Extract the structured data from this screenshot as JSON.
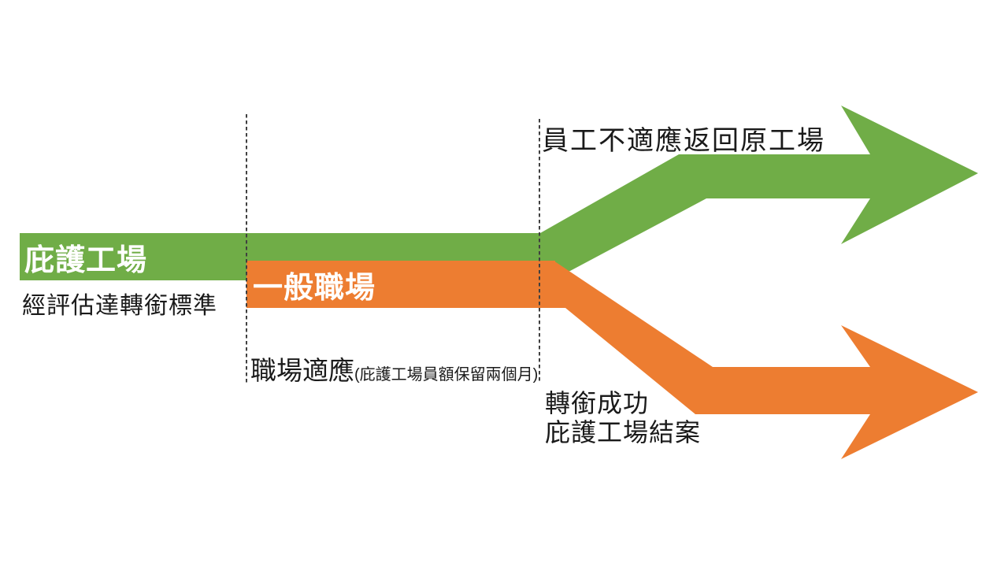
{
  "colors": {
    "green": "#70AD47",
    "orange": "#ED7D31",
    "text": "#1a1a1a",
    "dash": "#404040",
    "bar_text": "#ffffff",
    "background": "#ffffff"
  },
  "diagram": {
    "sheltered_bar_label": "庇護工場",
    "sheltered_bar_note": "經評估達轉銜標準",
    "general_bar_label": "一般職場",
    "adaptation_label": "職場適應",
    "adaptation_note": "(庇護工場員額保留兩個月)",
    "green_branch_label": "員工不適應返回原工場",
    "orange_branch_label_line1": "轉銜成功",
    "orange_branch_label_line2": "庇護工場結案"
  }
}
